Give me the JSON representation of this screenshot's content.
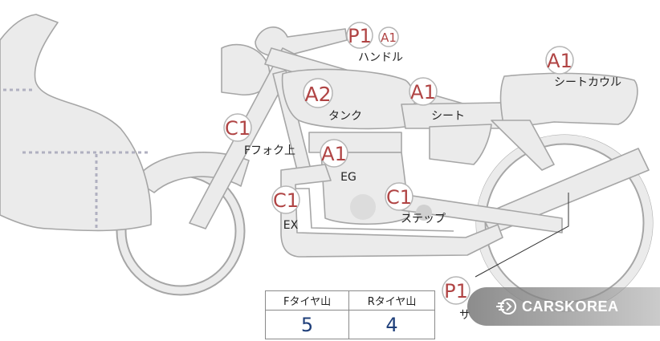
{
  "parts": {
    "handle": {
      "label": "ハンドル",
      "grades": [
        "P1",
        "A1"
      ]
    },
    "seat_cowl": {
      "label": "シートカウル",
      "grades": [
        "A1"
      ]
    },
    "tank": {
      "label": "タンク",
      "grades": [
        "A2"
      ]
    },
    "seat": {
      "label": "シート",
      "grades": [
        "A1"
      ]
    },
    "front_fork_upper": {
      "label": "Fフォク上",
      "grades": [
        "C1"
      ]
    },
    "engine": {
      "label": "EG",
      "grades": [
        "A1"
      ]
    },
    "exhaust": {
      "label": "EX",
      "grades": [
        "C1"
      ]
    },
    "step": {
      "label": "ステップ",
      "grades": [
        "C1"
      ]
    },
    "muffler": {
      "label": "サ",
      "grades": [
        "P1"
      ]
    }
  },
  "tire_tread": {
    "front_label": "Fタイヤ山",
    "rear_label": "Rタイヤ山",
    "front_value": "5",
    "rear_value": "4"
  },
  "watermark": {
    "text": "CARSKOREA",
    "icon": "carskorea-flame-logo-icon"
  },
  "colors": {
    "grade_code": "#b04444",
    "tire_value": "#1f3f7a",
    "part_fill": "#ebebeb",
    "part_stroke": "#a6a6a6"
  }
}
